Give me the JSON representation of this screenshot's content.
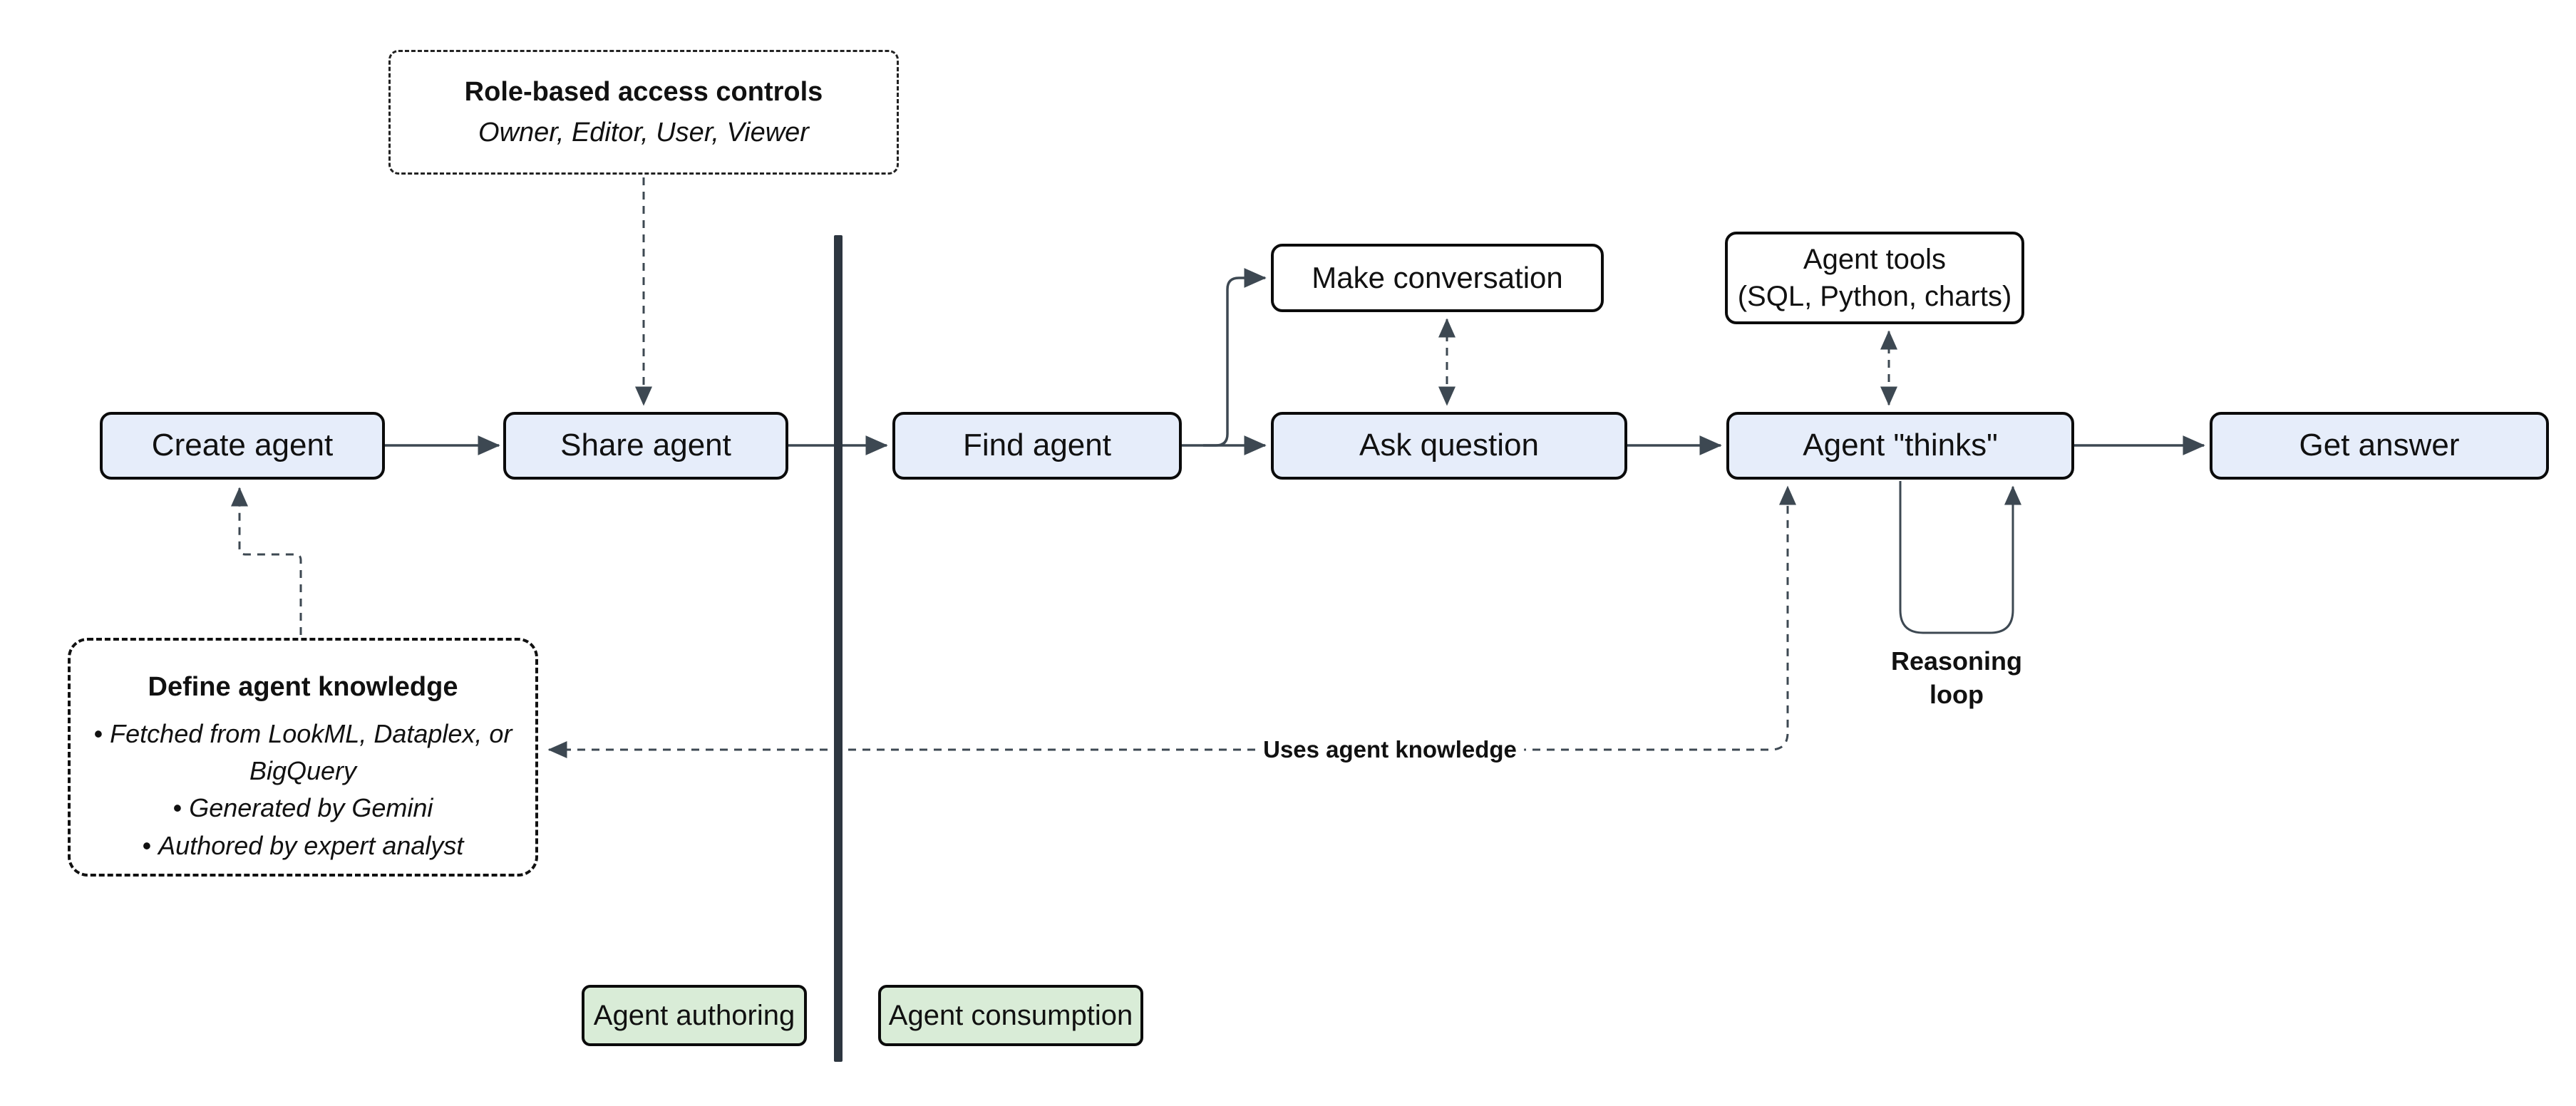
{
  "flow": {
    "create_agent": {
      "label": "Create agent"
    },
    "share_agent": {
      "label": "Share agent"
    },
    "find_agent": {
      "label": "Find agent"
    },
    "ask_question": {
      "label": "Ask question"
    },
    "agent_thinks": {
      "label": "Agent \"thinks\""
    },
    "get_answer": {
      "label": "Get answer"
    },
    "make_conversation": {
      "label": "Make conversation"
    },
    "agent_tools": {
      "line1": "Agent tools",
      "line2": "(SQL, Python, charts)"
    }
  },
  "notes": {
    "rbac": {
      "title": "Role-based access controls",
      "subtitle": "Owner, Editor, User, Viewer"
    },
    "knowledge": {
      "title": "Define agent knowledge",
      "bullet_glyph": "•",
      "bullets": [
        "Fetched from LookML, Dataplex, or BigQuery",
        "Generated by Gemini",
        "Authored by expert analyst"
      ]
    }
  },
  "labels": {
    "reasoning_loop_line1": "Reasoning",
    "reasoning_loop_line2": "loop",
    "uses_agent_knowledge": "Uses agent knowledge"
  },
  "lanes": {
    "authoring": "Agent authoring",
    "consumption": "Agent consumption"
  },
  "colors": {
    "node_fill_blue": "#e6edfa",
    "node_fill_white": "#ffffff",
    "lane_fill_green": "#d9ecd7",
    "border": "#0b0b0b",
    "connector": "#3d4852",
    "divider": "#2d3640",
    "text": "#111111"
  }
}
